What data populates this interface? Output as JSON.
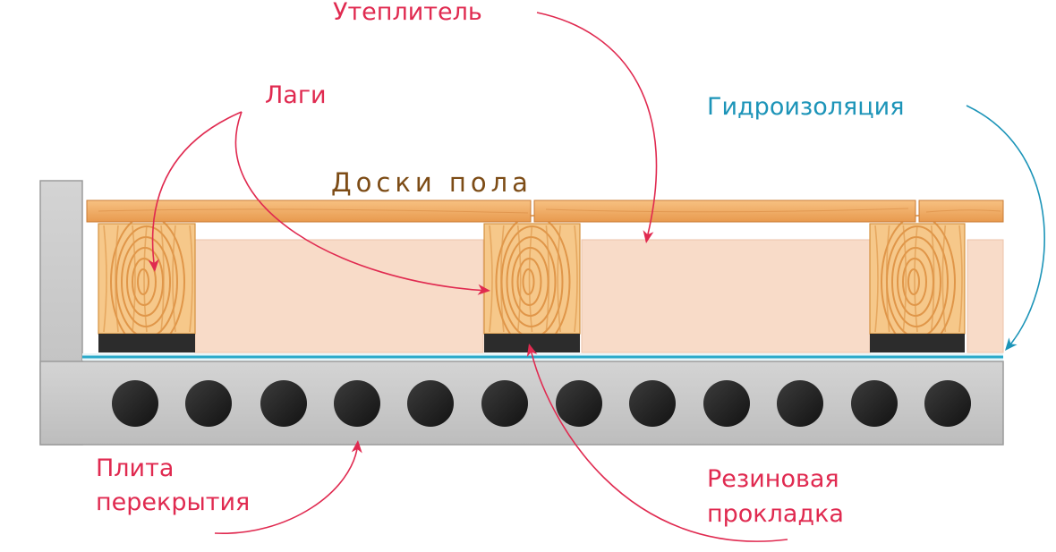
{
  "labels": {
    "insulation": "Утеплитель",
    "joists": "Лаги",
    "waterproofing": "Гидроизоляция",
    "floor_boards": "Доски пола",
    "slab_line1": "Плита",
    "slab_line2": "перекрытия",
    "gasket_line1": "Резиновая",
    "gasket_line2": "прокладка"
  },
  "colors": {
    "callout_red": "#e02a50",
    "callout_teal": "#1c94b8",
    "board_text": "#7d4c16",
    "board": "#f0a75c",
    "joist_wood": "#f6c88a",
    "insulation": "#f8dbc8",
    "gasket": "#2c2c2c",
    "slab": "#c9c9c9",
    "slab_hole": "#222222",
    "waterproofing_line": "#2aa9c9"
  },
  "icons": [
    "arrow-head-icon"
  ]
}
